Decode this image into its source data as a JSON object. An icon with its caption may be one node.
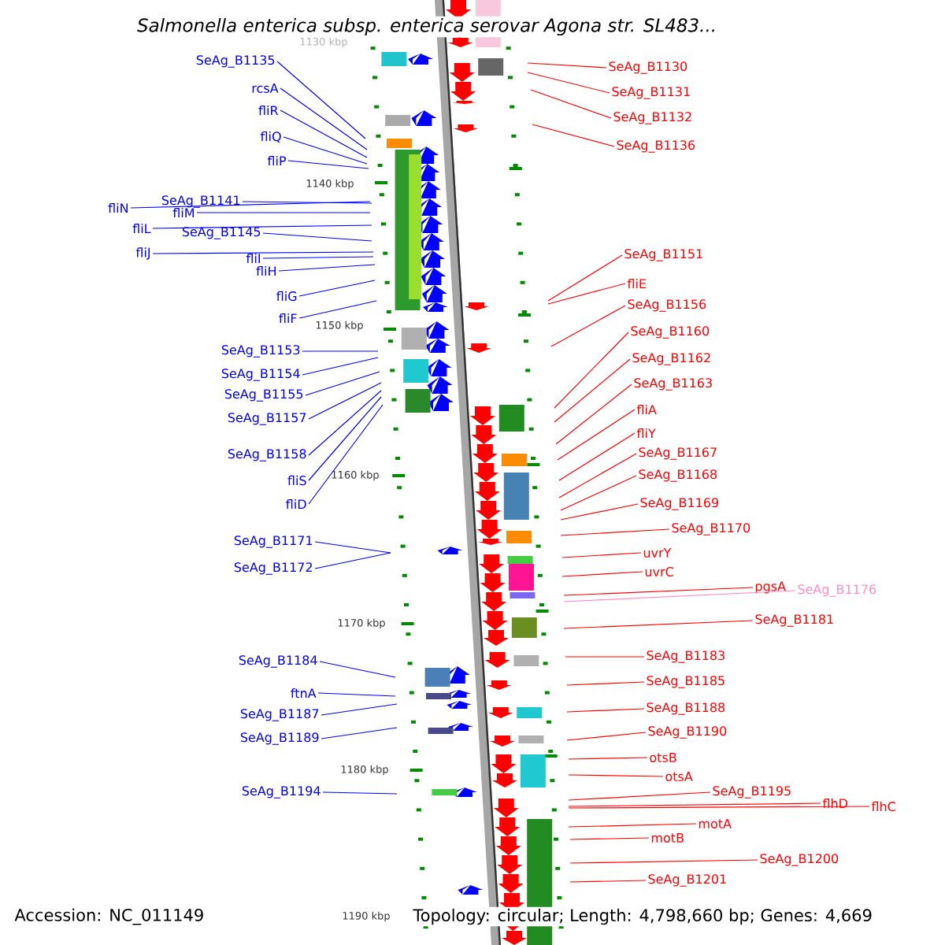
{
  "diagram": {
    "title": "Salmonella enterica subsp. enterica serovar Agona str. SL483...",
    "nodes": [
      {
        "text": [
          "SeAg_B1135"
        ]
      },
      {
        "text": [
          "rcsA"
        ]
      },
      {
        "text": [
          "fliR"
        ]
      },
      {
        "text": [
          "fliQ"
        ]
      },
      {
        "text": [
          "fliP"
        ]
      },
      {
        "text": [
          "SeAg_B1141"
        ]
      },
      {
        "text": [
          "fliN"
        ]
      },
      {
        "text": [
          "fliM"
        ]
      },
      {
        "text": [
          "fliL"
        ]
      },
      {
        "text": [
          "SeAg_B1145"
        ]
      },
      {
        "text": [
          "fliJ"
        ]
      },
      {
        "text": [
          "fliI"
        ]
      },
      {
        "text": [
          "fliH"
        ]
      },
      {
        "text": [
          "fliG"
        ]
      },
      {
        "text": [
          "fliF"
        ]
      },
      {
        "text": [
          "SeAg_B1153"
        ]
      },
      {
        "text": [
          "SeAg_B1154"
        ]
      },
      {
        "text": [
          "SeAg_B1155"
        ]
      },
      {
        "text": [
          "SeAg_B1157"
        ]
      },
      {
        "text": [
          "SeAg_B1158"
        ]
      },
      {
        "text": [
          "fliS"
        ]
      },
      {
        "text": [
          "fliD"
        ]
      },
      {
        "text": [
          "SeAg_B1171"
        ]
      },
      {
        "text": [
          "SeAg_B1172"
        ]
      },
      {
        "text": [
          "SeAg_B1184"
        ]
      },
      {
        "text": [
          "ftnA"
        ]
      },
      {
        "text": [
          "SeAg_B1187"
        ]
      },
      {
        "text": [
          "SeAg_B1189"
        ]
      },
      {
        "text": [
          "SeAg_B1194"
        ]
      },
      {
        "text": [
          "SeAg_B1130"
        ]
      },
      {
        "text": [
          "SeAg_B1131"
        ]
      },
      {
        "text": [
          "SeAg_B1132"
        ]
      },
      {
        "text": [
          "SeAg_B1136"
        ]
      },
      {
        "text": [
          "SeAg_B1151"
        ]
      },
      {
        "text": [
          "fliE"
        ]
      },
      {
        "text": [
          "SeAg_B1156"
        ]
      },
      {
        "text": [
          "SeAg_B1160"
        ]
      },
      {
        "text": [
          "SeAg_B1162"
        ]
      },
      {
        "text": [
          "SeAg_B1163"
        ]
      },
      {
        "text": [
          "fliA"
        ]
      },
      {
        "text": [
          "fliY"
        ]
      },
      {
        "text": [
          "SeAg_B1167"
        ]
      },
      {
        "text": [
          "SeAg_B1168"
        ]
      },
      {
        "text": [
          "SeAg_B1169"
        ]
      },
      {
        "text": [
          "SeAg_B1170"
        ]
      },
      {
        "text": [
          "uvrY"
        ]
      },
      {
        "text": [
          "uvrC"
        ]
      },
      {
        "text": [
          "pgsA"
        ]
      },
      {
        "text": [
          "SeAg_B1176"
        ]
      },
      {
        "text": [
          "SeAg_B1181"
        ]
      },
      {
        "text": [
          "SeAg_B1183"
        ]
      },
      {
        "text": [
          "SeAg_B1185"
        ]
      },
      {
        "text": [
          "SeAg_B1188"
        ]
      },
      {
        "text": [
          "SeAg_B1190"
        ]
      },
      {
        "text": [
          "otsB"
        ]
      },
      {
        "text": [
          "otsA"
        ]
      },
      {
        "text": [
          "SeAg_B1195"
        ]
      },
      {
        "text": [
          "flhD"
        ]
      },
      {
        "text": [
          "flhC"
        ]
      },
      {
        "text": [
          "motA"
        ]
      },
      {
        "text": [
          "motB"
        ]
      },
      {
        "text": [
          "SeAg_B1200"
        ]
      },
      {
        "text": [
          "SeAg_B1201"
        ]
      }
    ],
    "edges": [
      {
        "from": 0,
        "to": null,
        "arrow": "none",
        "color": "#0000ff"
      },
      {
        "from": 1,
        "to": null,
        "arrow": "none",
        "color": "#0000ff"
      },
      {
        "from": 2,
        "to": null,
        "arrow": "none",
        "color": "#0000ff"
      },
      {
        "from": 3,
        "to": null,
        "arrow": "none",
        "color": "#0000ff"
      },
      {
        "from": 4,
        "to": null,
        "arrow": "none",
        "color": "#0000ff"
      },
      {
        "from": 5,
        "to": null,
        "arrow": "none",
        "color": "#0000ff"
      },
      {
        "from": 6,
        "to": null,
        "arrow": "none",
        "color": "#0000ff"
      },
      {
        "from": 7,
        "to": null,
        "arrow": "none",
        "color": "#0000ff"
      },
      {
        "from": 8,
        "to": null,
        "arrow": "none",
        "color": "#0000ff"
      },
      {
        "from": 9,
        "to": null,
        "arrow": "none",
        "color": "#0000ff"
      },
      {
        "from": 10,
        "to": null,
        "arrow": "none",
        "color": "#0000ff"
      },
      {
        "from": 11,
        "to": null,
        "arrow": "none",
        "color": "#0000ff"
      },
      {
        "from": 12,
        "to": null,
        "arrow": "none",
        "color": "#0000ff"
      },
      {
        "from": 13,
        "to": null,
        "arrow": "none",
        "color": "#0000ff"
      },
      {
        "from": 14,
        "to": null,
        "arrow": "none",
        "color": "#0000ff"
      },
      {
        "from": 15,
        "to": null,
        "arrow": "none",
        "color": "#0000ff"
      },
      {
        "from": 16,
        "to": null,
        "arrow": "none",
        "color": "#0000ff"
      },
      {
        "from": 17,
        "to": null,
        "arrow": "none",
        "color": "#0000ff"
      },
      {
        "from": 18,
        "to": null,
        "arrow": "none",
        "color": "#0000ff"
      },
      {
        "from": 19,
        "to": null,
        "arrow": "none",
        "color": "#0000ff"
      },
      {
        "from": 20,
        "to": null,
        "arrow": "none",
        "color": "#0000ff"
      },
      {
        "from": 21,
        "to": null,
        "arrow": "none",
        "color": "#0000ff"
      },
      {
        "from": 22,
        "to": null,
        "arrow": "none",
        "color": "#0000ff"
      },
      {
        "from": 23,
        "to": null,
        "arrow": "none",
        "color": "#0000ff"
      },
      {
        "from": 24,
        "to": null,
        "arrow": "none",
        "color": "#0000ff"
      },
      {
        "from": 25,
        "to": null,
        "arrow": "none",
        "color": "#0000ff"
      },
      {
        "from": 26,
        "to": null,
        "arrow": "none",
        "color": "#0000ff"
      },
      {
        "from": 27,
        "to": null,
        "arrow": "none",
        "color": "#0000ff"
      },
      {
        "from": 28,
        "to": null,
        "arrow": "none",
        "color": "#0000ff"
      },
      {
        "from": 29,
        "to": null,
        "arrow": "none"
      },
      {
        "from": 30,
        "to": null,
        "arrow": "none"
      },
      {
        "from": 31,
        "to": null,
        "arrow": "none"
      },
      {
        "from": 32,
        "to": null,
        "arrow": "none"
      },
      {
        "from": 33,
        "to": null,
        "arrow": "none"
      },
      {
        "from": 34,
        "to": null,
        "arrow": "none"
      },
      {
        "from": 35,
        "to": null,
        "arrow": "none"
      },
      {
        "from": 36,
        "to": null,
        "arrow": "none"
      },
      {
        "from": 37,
        "to": null,
        "arrow": "none"
      },
      {
        "from": 38,
        "to": null,
        "arrow": "none"
      },
      {
        "from": 39,
        "to": null,
        "arrow": "none"
      },
      {
        "from": 40,
        "to": null,
        "arrow": "none"
      },
      {
        "from": 41,
        "to": null,
        "arrow": "none"
      },
      {
        "from": 42,
        "to": null,
        "arrow": "none"
      },
      {
        "from": 43,
        "to": null,
        "arrow": "none"
      },
      {
        "from": 44,
        "to": null,
        "arrow": "none"
      },
      {
        "from": 45,
        "to": null,
        "arrow": "none"
      },
      {
        "from": 46,
        "to": null,
        "arrow": "none"
      },
      {
        "from": 47,
        "to": null,
        "arrow": "none"
      },
      {
        "from": 48,
        "to": null,
        "arrow": "none",
        "color": "#ff8cc6"
      },
      {
        "from": 49,
        "to": null,
        "arrow": "none"
      },
      {
        "from": 50,
        "to": null,
        "arrow": "none"
      },
      {
        "from": 51,
        "to": null,
        "arrow": "none"
      },
      {
        "from": 52,
        "to": null,
        "arrow": "none"
      },
      {
        "from": 53,
        "to": null,
        "arrow": "none"
      },
      {
        "from": 54,
        "to": null,
        "arrow": "none"
      },
      {
        "from": 55,
        "to": null,
        "arrow": "none"
      },
      {
        "from": 56,
        "to": null,
        "arrow": "none"
      },
      {
        "from": 57,
        "to": null,
        "arrow": "none"
      },
      {
        "from": 58,
        "to": null,
        "arrow": "none"
      },
      {
        "from": 59,
        "to": null,
        "arrow": "none"
      },
      {
        "from": 60,
        "to": null,
        "arrow": "none"
      },
      {
        "from": 61,
        "to": null,
        "arrow": "none"
      },
      {
        "from": 62,
        "to": null,
        "arrow": "none"
      }
    ],
    "labels": [
      "1130 kbp",
      "1140 kbp",
      "1150 kbp",
      "1160 kbp",
      "1170 kbp",
      "1180 kbp",
      "1190 kbp",
      "Accession: NC_011149",
      "Topology: circular; Length: 4,798,660 bp; Genes: 4,669"
    ]
  }
}
